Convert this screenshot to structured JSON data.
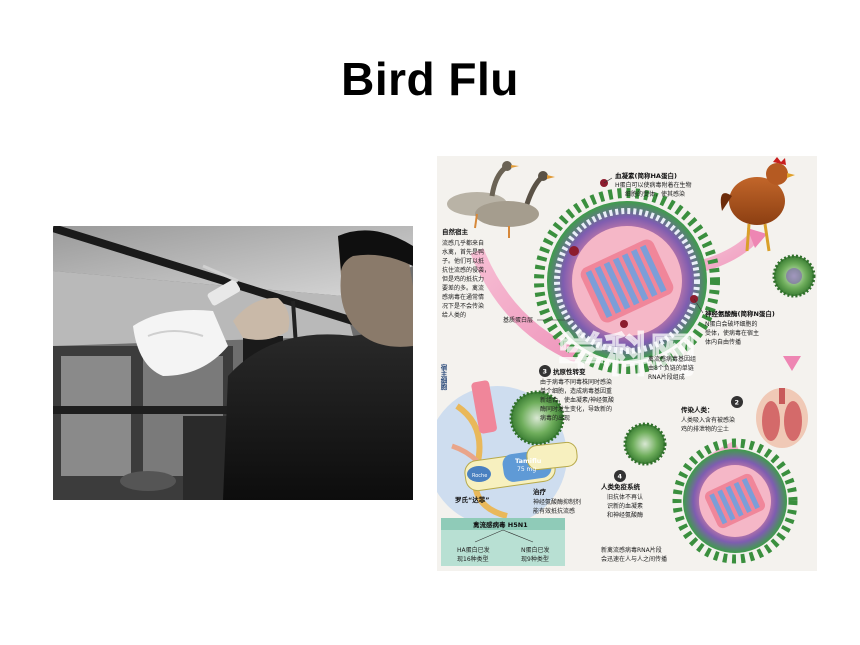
{
  "slide": {
    "title": "Bird Flu"
  },
  "infographic": {
    "natural_host_title": "自然宿主",
    "natural_host_lines": [
      "流感几乎都来自",
      "水禽，首先是鸭",
      "子。他们可以抵",
      "抗住流感的侵袭，",
      "但是鸡的抵抗力",
      "要差的多。禽流",
      "感病毒在通常情",
      "况下是不会传染",
      "给人类的"
    ],
    "ha_title": "血凝素(简称HA蛋白)",
    "ha_lines": [
      "H蛋白可以使病毒附着在生物",
      "细胞的受体，使其感染"
    ],
    "matrix_label": "基质蛋白层",
    "na_title": "神经氨酸酶(简称N蛋白)",
    "na_lines": [
      "N蛋白会破坏细胞的",
      "受体，使病毒在宿主",
      "体内自由传播"
    ],
    "host_cell_label": "宿主细胞",
    "antigen_num": "3",
    "antigen_title": "抗原性转变",
    "antigen_lines": [
      "由于病毒不同毒株同时感染",
      "单个细胞，造成病毒基因重",
      "新组合，使血凝素/神经氨酸",
      "酶同时发生变化，导致新的",
      "病毒的出现"
    ],
    "rna_lines": [
      "禽流感病毒基因组",
      "由8个负链的单链",
      "RNA片段组成"
    ],
    "infect_num": "2",
    "infect_title": "传染人类：",
    "infect_lines": [
      "人类吸入含有被感染",
      "鸡的排泄物的尘土"
    ],
    "tamiflu_brand": "Tamiflu",
    "tamiflu_dose": "75 mg",
    "roche_label": "Roche",
    "tamiflu_caption": "罗氏“达菲”",
    "treatment_title": "治疗",
    "treatment_lines": [
      "神经氨酸酶抑制剂",
      "能有效抵抗流感"
    ],
    "immune_num": "4",
    "immune_title": "人类免疫系统",
    "immune_lines": [
      "旧抗体不再认",
      "识新的血凝素",
      "和神经氨酸酶"
    ],
    "h5n1_title": "禽流感病毒 H5N1",
    "h5n1_h_lines": [
      "HA蛋白已发",
      "现16种类型"
    ],
    "h5n1_n_lines": [
      "N蛋白已发",
      "现9种类型"
    ],
    "new_virus_lines": [
      "新禽流感病毒RNA片段",
      "会迅速在人与人之间传播"
    ],
    "watermark": "学科网"
  }
}
